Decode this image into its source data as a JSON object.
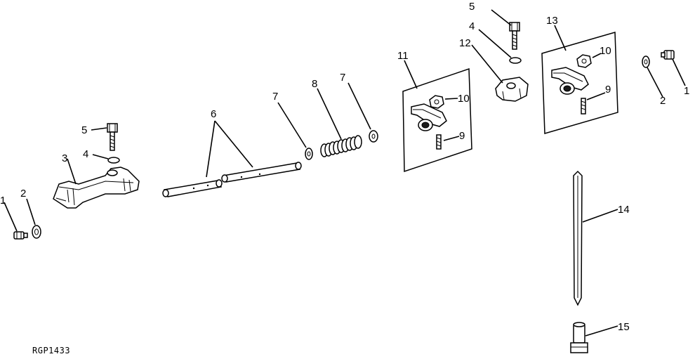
{
  "callouts": [
    {
      "key": "c5a",
      "text": "5"
    },
    {
      "key": "c4a",
      "text": "4"
    },
    {
      "key": "c3",
      "text": "3"
    },
    {
      "key": "c1a",
      "text": "1"
    },
    {
      "key": "c2a",
      "text": "2"
    },
    {
      "key": "c6",
      "text": "6"
    },
    {
      "key": "c7a",
      "text": "7"
    },
    {
      "key": "c8",
      "text": "8"
    },
    {
      "key": "c7b",
      "text": "7"
    },
    {
      "key": "c11",
      "text": "11"
    },
    {
      "key": "c10a",
      "text": "10"
    },
    {
      "key": "c9a",
      "text": "9"
    },
    {
      "key": "c12",
      "text": "12"
    },
    {
      "key": "c5b",
      "text": "5"
    },
    {
      "key": "c4b",
      "text": "4"
    },
    {
      "key": "c13",
      "text": "13"
    },
    {
      "key": "c10b",
      "text": "10"
    },
    {
      "key": "c9b",
      "text": "9"
    },
    {
      "key": "c2b",
      "text": "2"
    },
    {
      "key": "c1b",
      "text": "1"
    },
    {
      "key": "c14",
      "text": "14"
    },
    {
      "key": "c15",
      "text": "15"
    }
  ],
  "reference_code": "RGP1433"
}
